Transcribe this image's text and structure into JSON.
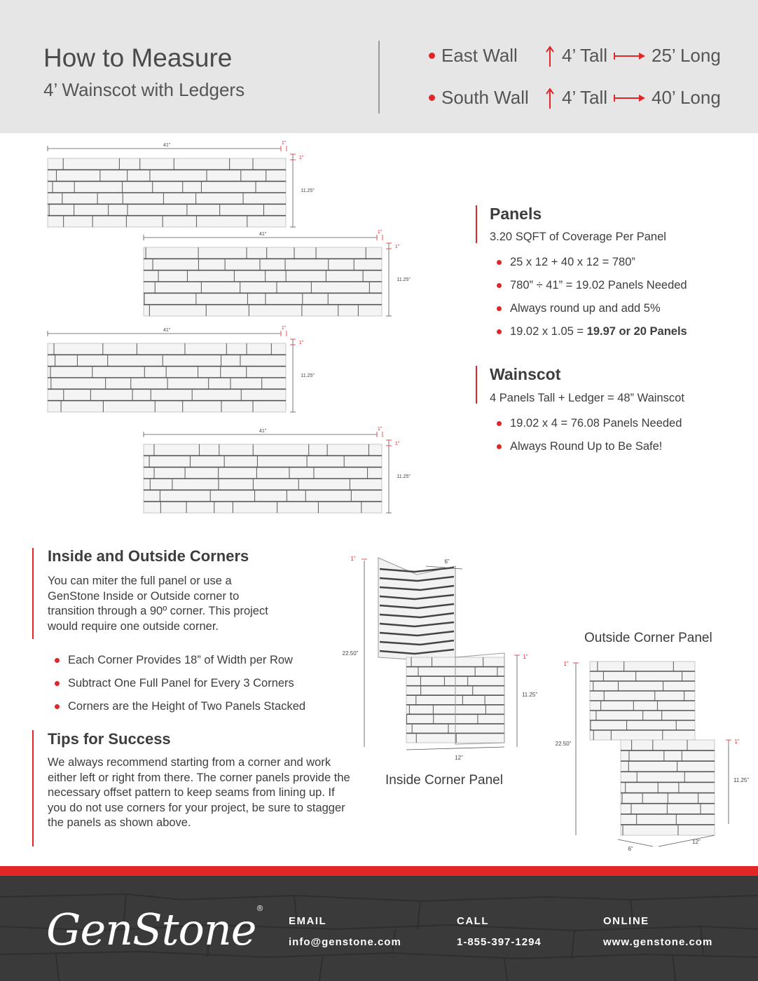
{
  "header": {
    "title": "How to Measure",
    "subtitle": "4’ Wainscot with Ledgers",
    "walls": [
      {
        "name": "East Wall",
        "tall": "4’ Tall",
        "long": "25’ Long"
      },
      {
        "name": "South Wall",
        "tall": "4’ Tall",
        "long": "40’ Long"
      }
    ]
  },
  "panel_dims": {
    "width": "41”",
    "ledger": "1”",
    "height": "11.25”"
  },
  "panels": {
    "heading": "Panels",
    "coverage": "3.20 SQFT of Coverage Per Panel",
    "bullets": [
      "25 x 12 + 40 x 12 = 780”",
      "780” ÷ 41” = 19.02 Panels Needed",
      "Always round up and add 5%"
    ],
    "last_bullet_prefix": "19.02 x 1.05 = ",
    "last_bullet_bold": "19.97 or 20 Panels"
  },
  "wainscot": {
    "heading": "Wainscot",
    "line": "4 Panels Tall + Ledger = 48” Wainscot",
    "bullets": [
      "19.02 x 4 = 76.08 Panels Needed",
      "Always Round Up to Be Safe!"
    ]
  },
  "corners": {
    "heading": "Inside and Outside Corners",
    "body": "You can miter the full panel or use a GenStone Inside or Outside corner to transition through a 90º corner. This project would require one outside corner.",
    "bullets": [
      "Each Corner Provides 18” of Width per Row",
      "Subtract One Full Panel for Every 3 Corners",
      "Corners are the Height of Two Panels Stacked"
    ]
  },
  "tips": {
    "heading": "Tips for Success",
    "body": "We always recommend starting from a corner and work either left or right from there. The corner panels provide the necessary offset pattern to keep seams from lining up. If you do not use corners for your project, be sure to stagger the panels as shown above."
  },
  "inside_corner": {
    "caption": "Inside Corner Panel",
    "dim_top": "6”",
    "dim_ledger": "1”",
    "dim_total": "22.50”",
    "dim_ledger2": "1”",
    "dim_height": "11.25”",
    "dim_width": "12”"
  },
  "outside_corner": {
    "caption": "Outside Corner Panel",
    "dim_ledger": "1”",
    "dim_total": "22.50”",
    "dim_ledger2": "1”",
    "dim_height": "11.25”",
    "dim_width": "12”",
    "dim_depth": "6”"
  },
  "footer": {
    "logo": "GenStone",
    "logo_mark": "®",
    "email_label": "EMAIL",
    "email": "info@genstone.com",
    "call_label": "CALL",
    "phone": "1-855-397-1294",
    "online_label": "ONLINE",
    "website": "www.genstone.com"
  },
  "colors": {
    "accent": "#e1262a",
    "header_bg": "#e6e6e6",
    "footer_bg": "#3a3a3a"
  }
}
